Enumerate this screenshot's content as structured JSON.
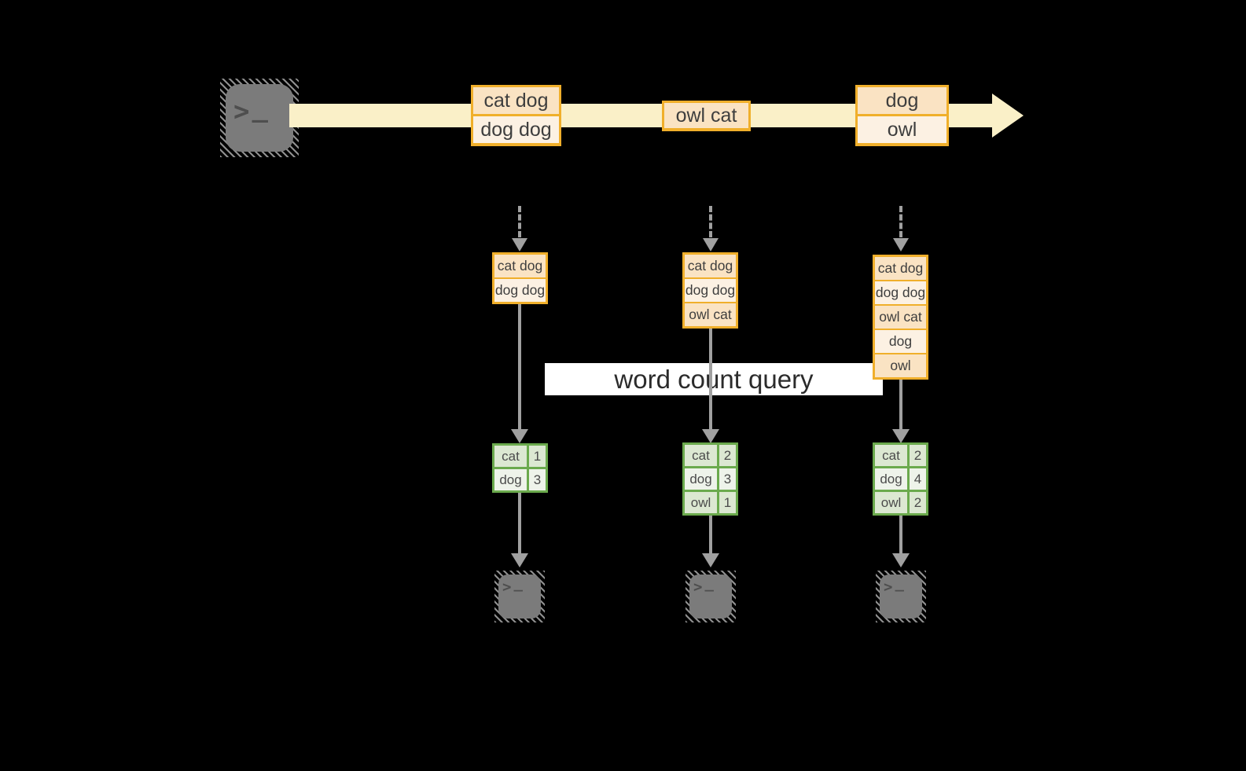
{
  "palette": {
    "band": "#FAF0C8",
    "gold": "#F0AF2B",
    "peach": "#FAE3C3",
    "cream": "#FCF1E3",
    "green_border": "#6BAA4D",
    "green_dark": "#DCE8D2",
    "green_light": "#EEF3EA",
    "gray": "#A0A0A0",
    "hatch": "#8F8F8F",
    "terminal_gray": "#7B7B7B"
  },
  "terminal": {
    "glyph": ">",
    "cursor": "_"
  },
  "stream": {
    "events": [
      {
        "rows": [
          "cat dog",
          "dog dog"
        ]
      },
      {
        "rows": [
          "owl cat"
        ]
      },
      {
        "rows": [
          "dog",
          "owl"
        ]
      }
    ]
  },
  "snapshots": [
    {
      "rows": [
        "cat dog",
        "dog dog"
      ]
    },
    {
      "rows": [
        "cat dog",
        "dog dog",
        "owl cat"
      ]
    },
    {
      "rows": [
        "cat dog",
        "dog dog",
        "owl cat",
        "dog",
        "owl"
      ]
    }
  ],
  "query": {
    "label": "word count query"
  },
  "counts": [
    {
      "rows": [
        {
          "word": "cat",
          "count": "1"
        },
        {
          "word": "dog",
          "count": "3"
        }
      ]
    },
    {
      "rows": [
        {
          "word": "cat",
          "count": "2"
        },
        {
          "word": "dog",
          "count": "3"
        },
        {
          "word": "owl",
          "count": "1"
        }
      ]
    },
    {
      "rows": [
        {
          "word": "cat",
          "count": "2"
        },
        {
          "word": "dog",
          "count": "4"
        },
        {
          "word": "owl",
          "count": "2"
        }
      ]
    }
  ]
}
